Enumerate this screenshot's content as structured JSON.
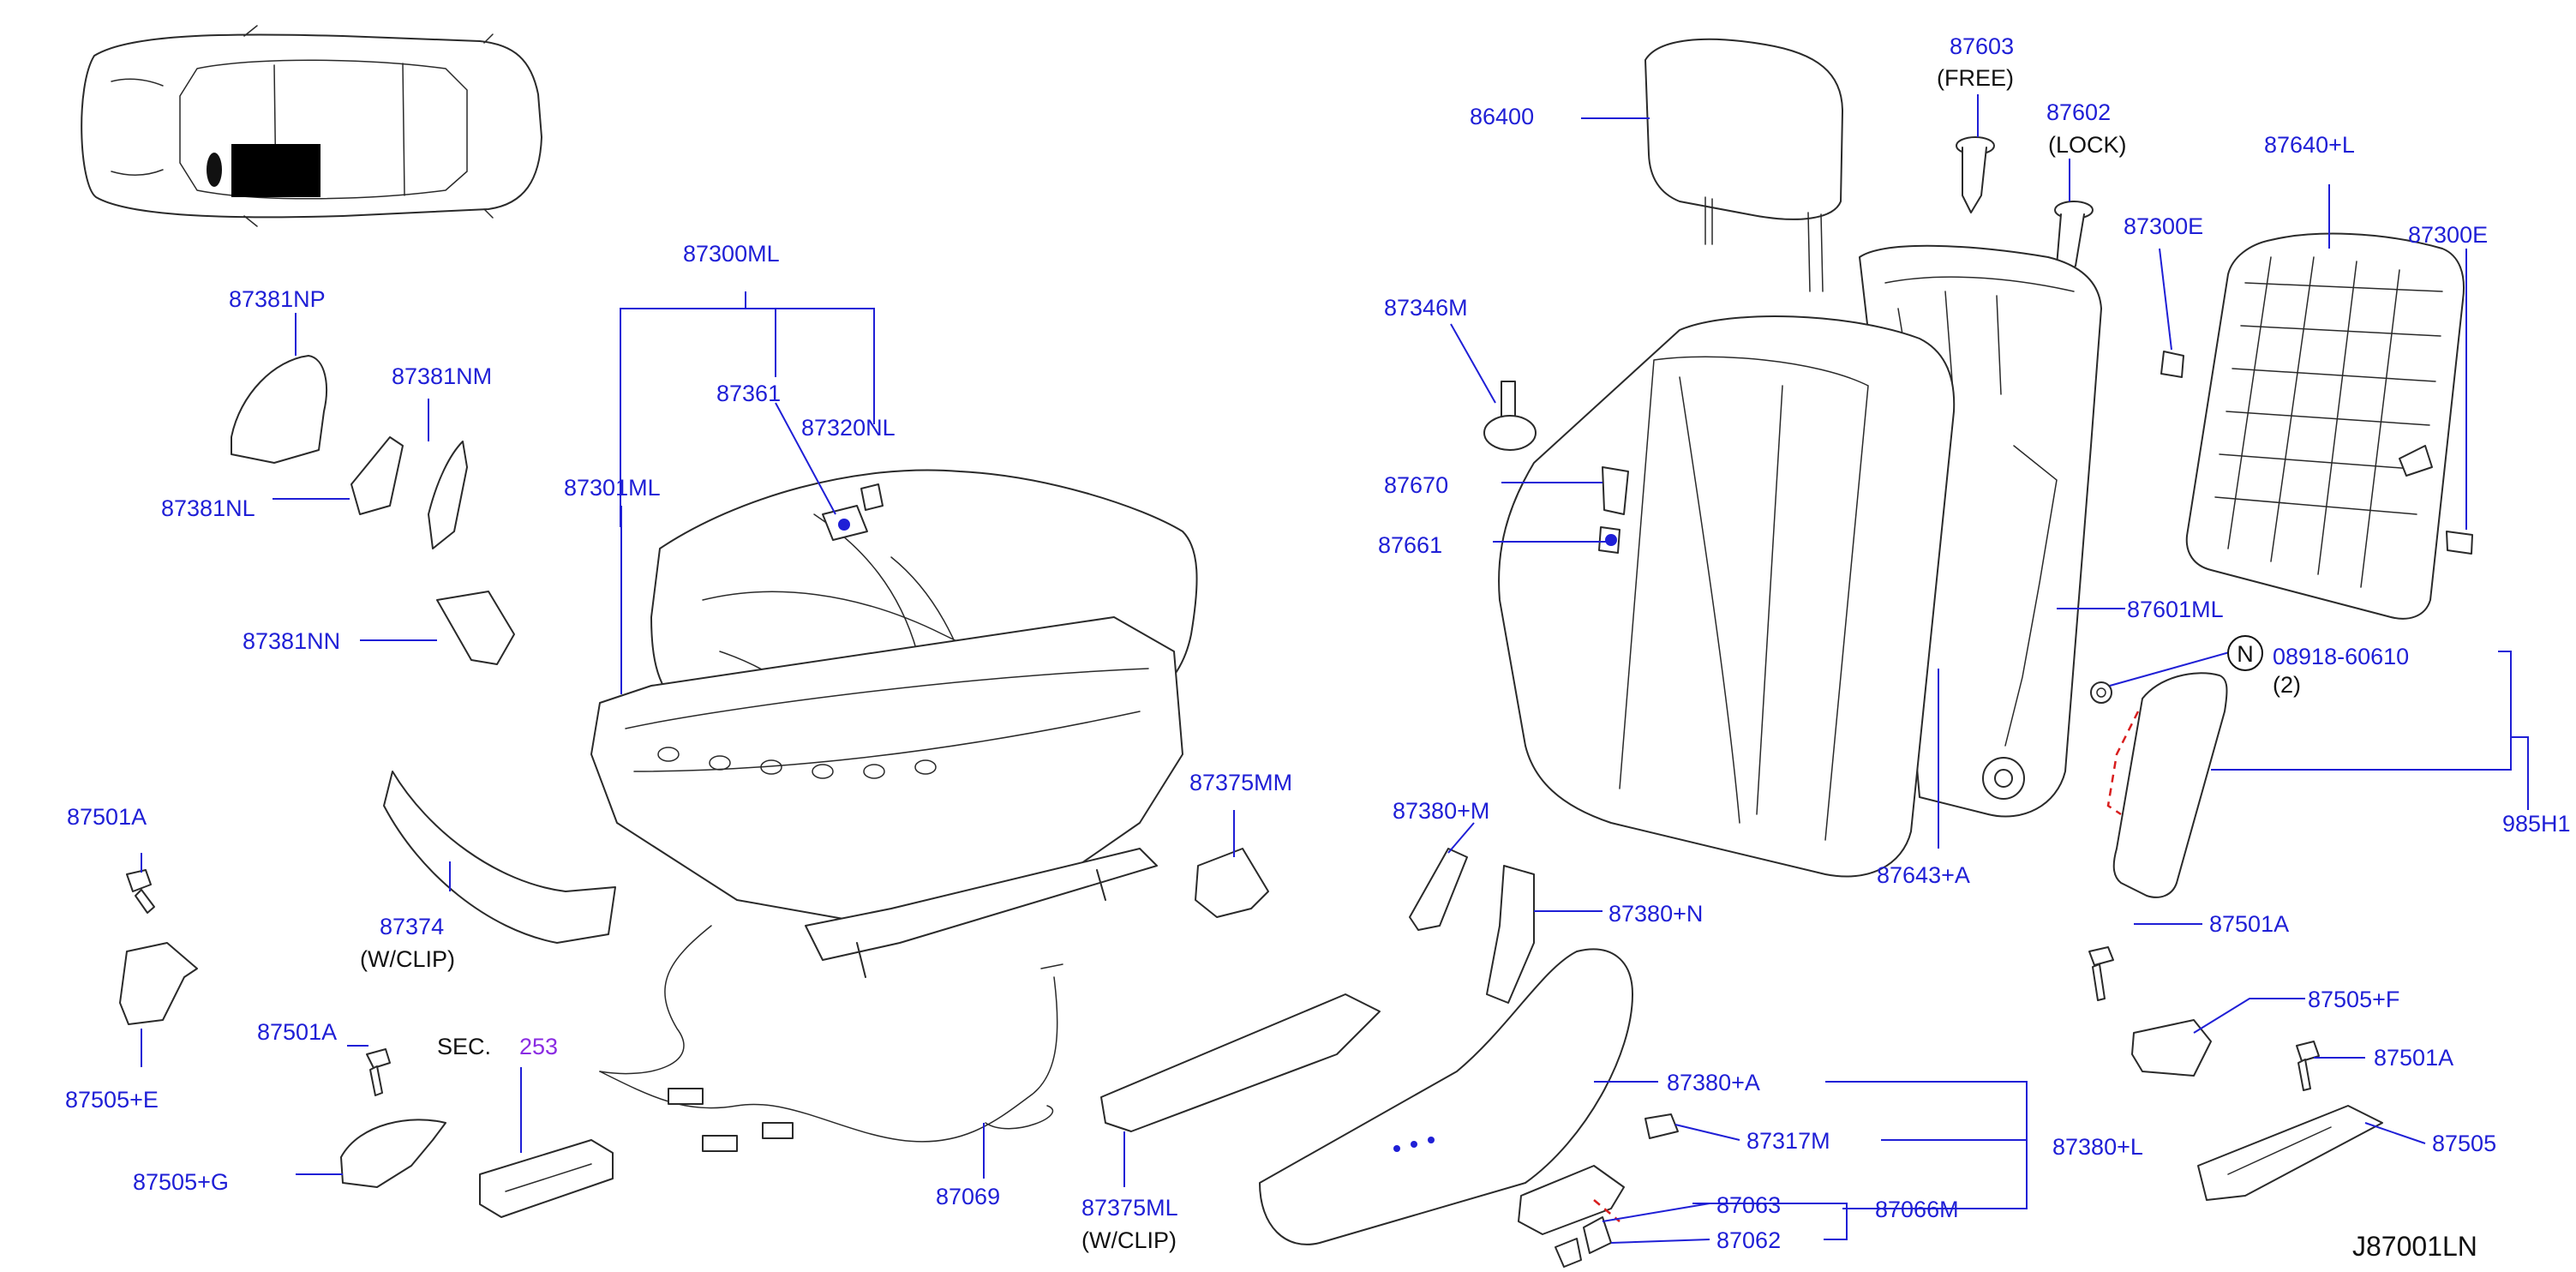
{
  "diagram_id": "J87001LN",
  "colors": {
    "part_number": "#1f1fd6",
    "note": "#111111",
    "section_ref": "#8a2be2",
    "dashed_line": "#d81e1e"
  },
  "labels": {
    "p87603": "87603",
    "free": "(FREE)",
    "p87602": "87602",
    "lock": "(LOCK)",
    "p86400": "86400",
    "p87640L": "87640+L",
    "p87300E_a": "87300E",
    "p87300E_b": "87300E",
    "p87346M": "87346M",
    "p87670": "87670",
    "p87661": "87661",
    "p87601ML": "87601ML",
    "n_circle": "N",
    "p08918": "08918-60610",
    "qty2": "(2)",
    "p985H1": "985H1",
    "p87643A": "87643+A",
    "p87300ML": "87300ML",
    "p87361": "87361",
    "p87320NL": "87320NL",
    "p87301ML": "87301ML",
    "p87381NP": "87381NP",
    "p87381NM": "87381NM",
    "p87381NL": "87381NL",
    "p87381NN": "87381NN",
    "p87501A_1": "87501A",
    "p87505E": "87505+E",
    "p87374": "87374",
    "wclip1": "(W/CLIP)",
    "p87501A_2": "87501A",
    "p87505G": "87505+G",
    "sec": "SEC.",
    "sec_no": "253",
    "p87069": "87069",
    "p87375MM": "87375MM",
    "p87375ML": "87375ML",
    "wclip2": "(W/CLIP)",
    "p87380M": "87380+M",
    "p87380N": "87380+N",
    "p87380A": "87380+A",
    "p87380L": "87380+L",
    "p87317M": "87317M",
    "p87063": "87063",
    "p87062": "87062",
    "p87066M": "87066M",
    "p87501A_3": "87501A",
    "p87505F": "87505+F",
    "p87501A_4": "87501A",
    "p87505": "87505"
  }
}
